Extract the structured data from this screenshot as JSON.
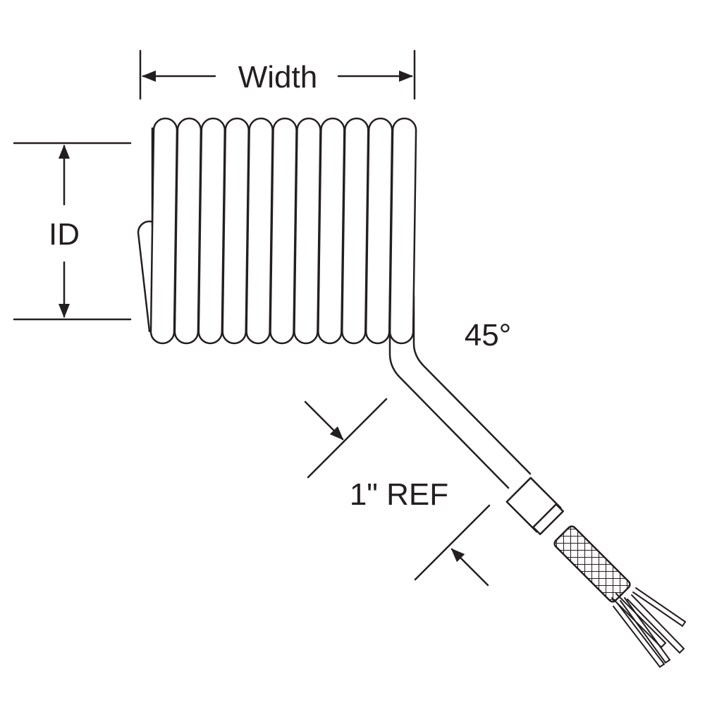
{
  "labels": {
    "width": "Width",
    "id": "ID",
    "angle": "45°",
    "ref": "1\" REF"
  },
  "coil": {
    "turns": 11
  },
  "colors": {
    "ink": "#231f20",
    "background": "#ffffff"
  }
}
